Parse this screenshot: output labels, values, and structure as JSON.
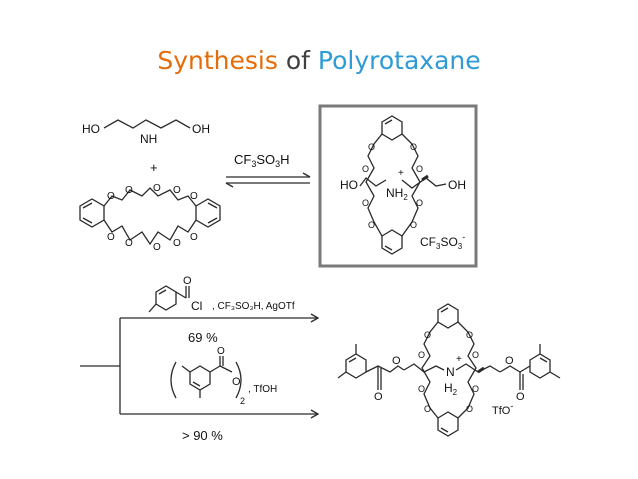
{
  "title": {
    "part1": "Synthesis",
    "part2": "of",
    "part3": "Polyrotaxane",
    "colors": {
      "part1": "#E46C0A",
      "part2": "#404040",
      "part3": "#2E9BD6"
    }
  },
  "scheme": {
    "amine": {
      "ho_left": "HO",
      "nh": "NH",
      "oh_right": "OH"
    },
    "plus": "+",
    "eq_reagent": {
      "base": "CF",
      "sub1": "3",
      "mid": "SO",
      "sub2": "3",
      "end": "H"
    },
    "salt": {
      "ho": "HO",
      "oh": "OH",
      "plus_sign": "+",
      "nh": "NH",
      "nh_sub": "2",
      "anion": {
        "base": "CF",
        "sub1": "3",
        "mid": "SO",
        "sub2": "3",
        "sup": "-"
      }
    },
    "route1": {
      "acyl_o": "O",
      "acyl_cl": "Cl",
      "conditions": ", CF₃SO₃H, AgOTf",
      "yield": "69 %"
    },
    "route2": {
      "anhydride_o_top": "O",
      "anhydride_o": "O",
      "subscript": "2",
      "conditions": ", TfOH",
      "yield": "> 90 %"
    },
    "product": {
      "nh": "N",
      "plus_sign": "+",
      "h": "H",
      "h_sub": "2",
      "counterion": "TfO",
      "counterion_sup": "-"
    },
    "crown_oxygen": "O",
    "ink_color": "#2a2a2a",
    "box_color": "#7a7a7a"
  }
}
